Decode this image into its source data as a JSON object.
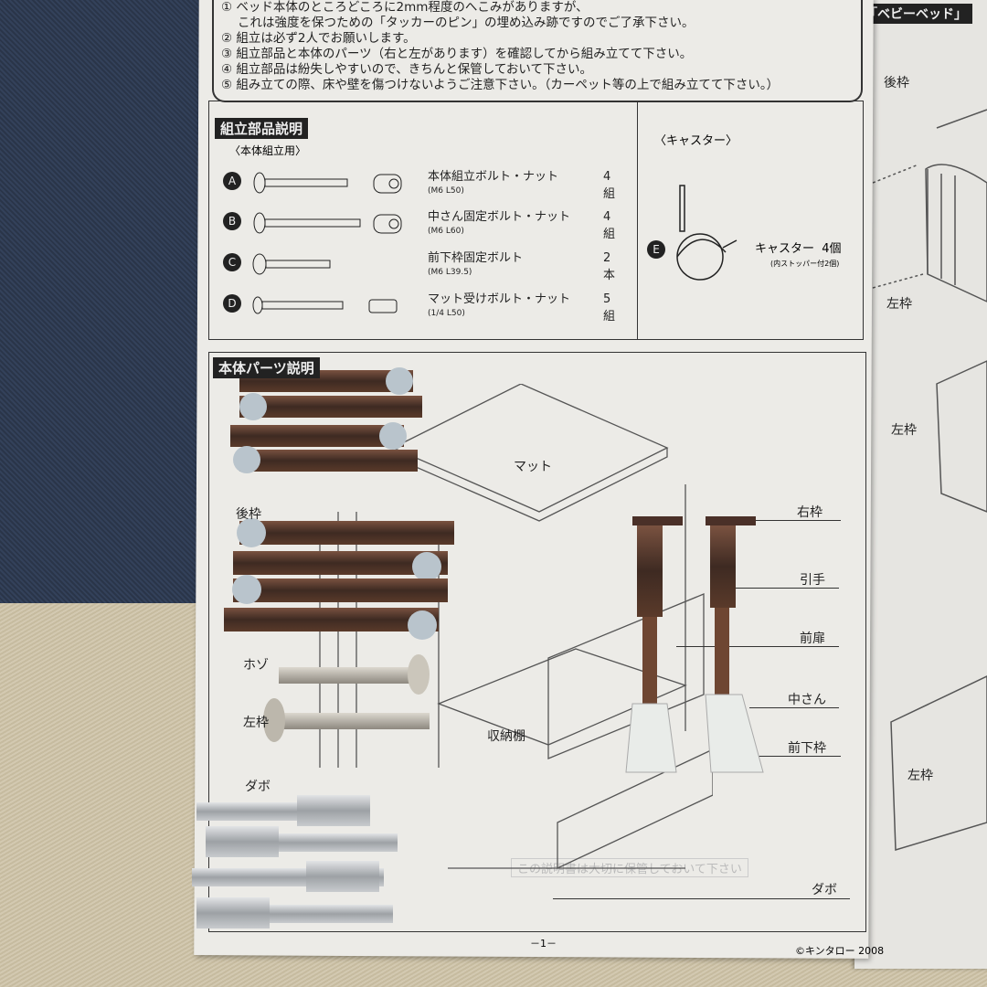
{
  "notes": [
    "① ベッド本体のところどころに2mm程度のへこみがありますが、",
    "これは強度を保つための「タッカーのピン」の埋め込み跡ですのでご了承下さい。",
    "② 組立は必ず2人でお願いします。",
    "③ 組立部品と本体のパーツ（右と左があります）を確認してから組み立てて下さい。",
    "④ 組立部品は紛失しやすいので、きちんと保管しておいて下さい。",
    "⑤ 組み立ての際、床や壁を傷つけないようご注意下さい。（カーペット等の上で組み立てて下さい。）"
  ],
  "parts_section": {
    "title": "組立部品説明",
    "subtitle": "〈本体組立用〉",
    "items": [
      {
        "letter": "A",
        "name": "本体組立ボルト・ナット",
        "spec": "(M6 L50)",
        "qty": "4組"
      },
      {
        "letter": "B",
        "name": "中さん固定ボルト・ナット",
        "spec": "(M6 L60)",
        "qty": "4組"
      },
      {
        "letter": "C",
        "name": "前下枠固定ボルト",
        "spec": "(M6 L39.5)",
        "qty": "2本"
      },
      {
        "letter": "D",
        "name": "マット受けボルト・ナット",
        "spec": "(1/4 L50)",
        "qty": "5組"
      }
    ]
  },
  "caster_section": {
    "title": "〈キャスター〉",
    "letter": "E",
    "name": "キャスター",
    "qty": "4個",
    "note": "(内ストッパー付2個)"
  },
  "body_parts_section": {
    "title": "本体パーツ説明",
    "labels": {
      "mat": "マット",
      "right_frame": "右枠",
      "handle": "引手",
      "front_door": "前扉",
      "middle_bar": "中さん",
      "front_lower_frame": "前下枠",
      "storage_shelf": "収納棚",
      "dowel_right": "ダボ",
      "rear_frame": "後枠",
      "tenon": "ホゾ",
      "left_frame": "左枠",
      "dowel_left": "ダボ"
    },
    "faded_notice": "この説明書は大切に保管しておいて下さい"
  },
  "footer": {
    "page": "－1－",
    "copyright": "©キンタロー 2008"
  },
  "right_page": {
    "header": "「ベビーベッド」",
    "labels": [
      "後枠",
      "左枠",
      "左枠",
      "左枠"
    ]
  },
  "colors": {
    "paper": "#ecebe7",
    "ink": "#222222",
    "bolt_bronze": "#5a3a2a",
    "bolt_zinc": "#b9bcbf",
    "carpet_blue": "#2f3c52",
    "carpet_beige": "#cfc5ad"
  }
}
